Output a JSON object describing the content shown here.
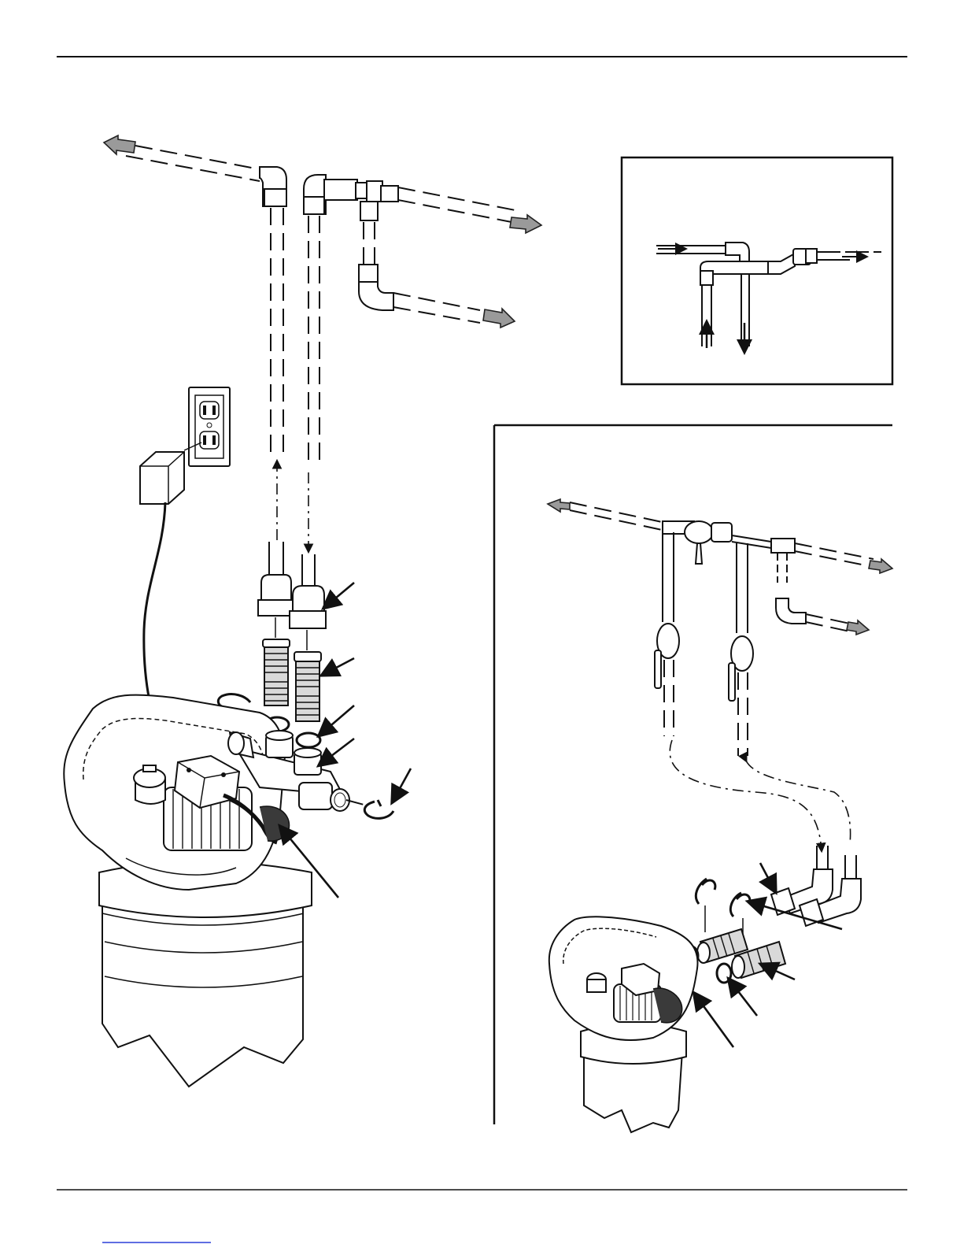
{
  "page": {
    "rule_color": "#111111",
    "link_color": "#2a3fd8",
    "flow_arrow_color": "#9a9a9a"
  },
  "figure": {
    "main_assembly": {
      "parts": [
        "wall-outlet",
        "power-transformer",
        "softener-tank",
        "control-valve",
        "nut",
        "adaptor",
        "o-ring",
        "valve-port",
        "clip",
        "bypass-valve"
      ]
    },
    "bypass_inset": {
      "parts": [
        "three-valve-bypass",
        "flow-arrows"
      ]
    },
    "alternate_installation": {
      "parts": [
        "shut-off-valves",
        "elbow-adaptors",
        "clips",
        "o-rings",
        "adaptors",
        "control-valve",
        "tank"
      ]
    }
  }
}
